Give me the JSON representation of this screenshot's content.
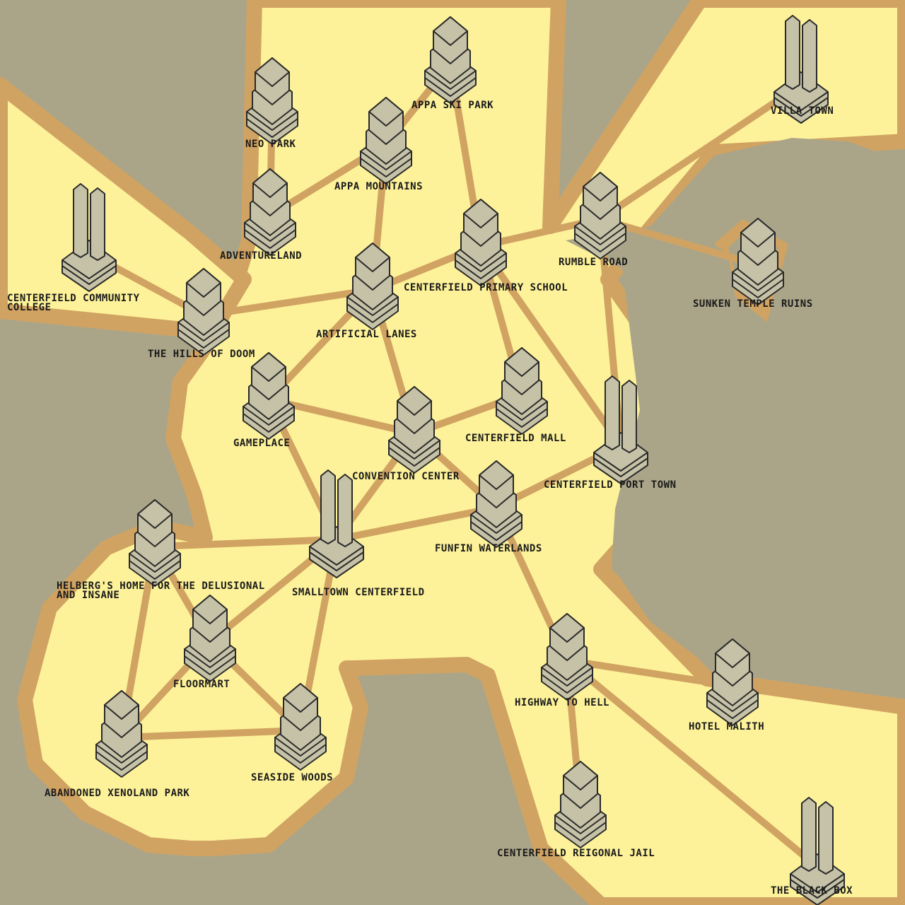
{
  "colors": {
    "water": "#aaa588",
    "land": "#fdf29a",
    "shore": "#d1a362",
    "road": "#d1a362",
    "building_face": "#c5c2a7",
    "building_outline": "#2a2a2a",
    "label": "#1a1a1a"
  },
  "locations": [
    {
      "id": "neo-park",
      "label": "NEO PARK",
      "type": "tower"
    },
    {
      "id": "appa-ski-park",
      "label": "APPA SKI PARK",
      "type": "tower"
    },
    {
      "id": "villa-town",
      "label": "VILLA TOWN",
      "type": "twin-tower"
    },
    {
      "id": "appa-mountains",
      "label": "APPA MOUNTAINS",
      "type": "tower"
    },
    {
      "id": "adventureland",
      "label": "ADVENTURELAND",
      "type": "tower"
    },
    {
      "id": "centerfield-community-college",
      "label_lines": [
        "CENTERFIELD COMMUNITY",
        "COLLEGE"
      ],
      "type": "twin-tower"
    },
    {
      "id": "the-hills-of-doom",
      "label": "THE HILLS OF DOOM",
      "type": "tower"
    },
    {
      "id": "artificial-lanes",
      "label": "ARTIFICIAL LANES",
      "type": "tower"
    },
    {
      "id": "centerfield-primary-school",
      "label": "CENTERFIELD PRIMARY SCHOOL",
      "type": "tower"
    },
    {
      "id": "rumble-road",
      "label": "RUMBLE ROAD",
      "type": "tower"
    },
    {
      "id": "sunken-temple-ruins",
      "label": "SUNKEN TEMPLE RUINS",
      "type": "tower"
    },
    {
      "id": "gameplace",
      "label": "GAMEPLACE",
      "type": "tower"
    },
    {
      "id": "convention-center",
      "label": "CONVENTION CENTER",
      "type": "tower"
    },
    {
      "id": "centerfield-mall",
      "label": "CENTERFIELD MALL",
      "type": "tower"
    },
    {
      "id": "centerfield-port-town",
      "label": "CENTERFIELD PORT TOWN",
      "type": "twin-tower"
    },
    {
      "id": "funfin-waterlands",
      "label": "FUNFIN WATERLANDS",
      "type": "tower"
    },
    {
      "id": "smalltown-centerfield",
      "label": "SMALLTOWN CENTERFIELD",
      "type": "twin-tower"
    },
    {
      "id": "helbergs-home",
      "label_lines": [
        "HELBERG'S HOME FOR THE DELUSIONAL",
        "AND INSANE"
      ],
      "type": "tower"
    },
    {
      "id": "floormart",
      "label": "FLOORMART",
      "type": "tower"
    },
    {
      "id": "abandoned-xenoland-park",
      "label": "ABANDONED XENOLAND PARK",
      "type": "tower"
    },
    {
      "id": "seaside-woods",
      "label": "SEASIDE WOODS",
      "type": "tower"
    },
    {
      "id": "highway-to-hell",
      "label": "HIGHWAY TO HELL",
      "type": "tower"
    },
    {
      "id": "hotel-malith",
      "label": "HOTEL MALITH",
      "type": "tower"
    },
    {
      "id": "centerfield-reigonal-jail",
      "label": "CENTERFIELD REIGONAL JAIL",
      "type": "tower"
    },
    {
      "id": "the-black-box",
      "label": "THE BLACK BOX",
      "type": "twin-tower"
    }
  ],
  "connections": [
    [
      "neo-park",
      "adventureland"
    ],
    [
      "adventureland",
      "appa-mountains"
    ],
    [
      "appa-mountains",
      "appa-ski-park"
    ],
    [
      "appa-mountains",
      "artificial-lanes"
    ],
    [
      "appa-ski-park",
      "centerfield-primary-school"
    ],
    [
      "centerfield-community-college",
      "the-hills-of-doom"
    ],
    [
      "the-hills-of-doom",
      "artificial-lanes"
    ],
    [
      "artificial-lanes",
      "centerfield-primary-school"
    ],
    [
      "artificial-lanes",
      "gameplace"
    ],
    [
      "artificial-lanes",
      "convention-center"
    ],
    [
      "centerfield-primary-school",
      "rumble-road"
    ],
    [
      "centerfield-primary-school",
      "centerfield-mall"
    ],
    [
      "centerfield-primary-school",
      "centerfield-port-town"
    ],
    [
      "rumble-road",
      "villa-town"
    ],
    [
      "rumble-road",
      "sunken-temple-ruins"
    ],
    [
      "rumble-road",
      "centerfield-port-town"
    ],
    [
      "gameplace",
      "convention-center"
    ],
    [
      "gameplace",
      "smalltown-centerfield"
    ],
    [
      "convention-center",
      "centerfield-mall"
    ],
    [
      "convention-center",
      "funfin-waterlands"
    ],
    [
      "convention-center",
      "smalltown-centerfield"
    ],
    [
      "funfin-waterlands",
      "centerfield-port-town"
    ],
    [
      "funfin-waterlands",
      "smalltown-centerfield"
    ],
    [
      "funfin-waterlands",
      "highway-to-hell"
    ],
    [
      "smalltown-centerfield",
      "helbergs-home"
    ],
    [
      "smalltown-centerfield",
      "floormart"
    ],
    [
      "smalltown-centerfield",
      "seaside-woods"
    ],
    [
      "helbergs-home",
      "floormart"
    ],
    [
      "helbergs-home",
      "abandoned-xenoland-park"
    ],
    [
      "floormart",
      "abandoned-xenoland-park"
    ],
    [
      "floormart",
      "seaside-woods"
    ],
    [
      "abandoned-xenoland-park",
      "seaside-woods"
    ],
    [
      "highway-to-hell",
      "hotel-malith"
    ],
    [
      "highway-to-hell",
      "centerfield-reigonal-jail"
    ],
    [
      "highway-to-hell",
      "the-black-box"
    ]
  ]
}
